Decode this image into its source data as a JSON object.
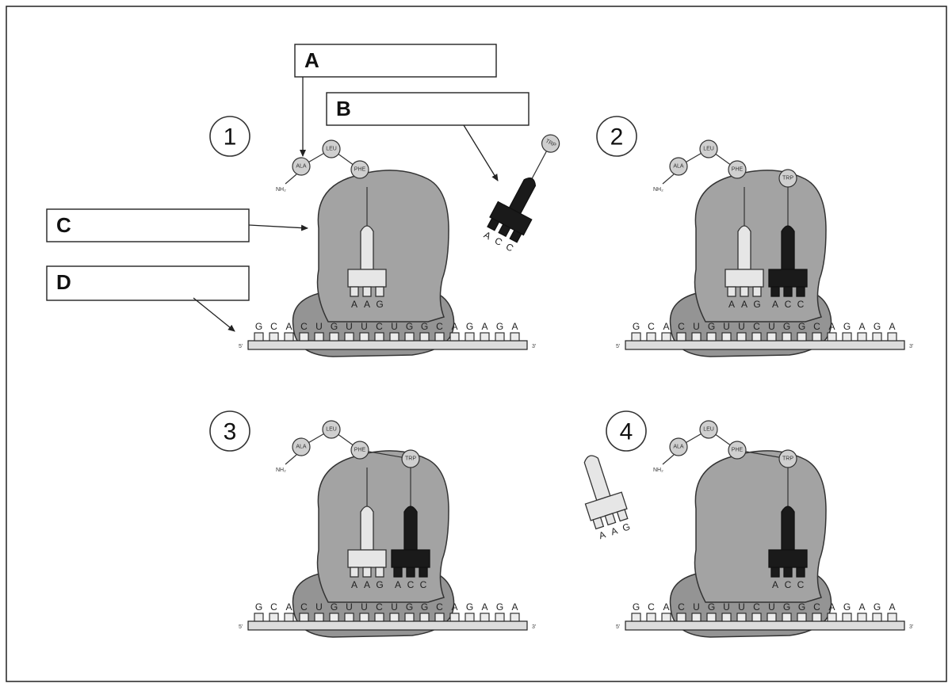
{
  "labels": [
    {
      "letter": "A"
    },
    {
      "letter": "B"
    },
    {
      "letter": "C"
    },
    {
      "letter": "D"
    }
  ],
  "steps": [
    "1",
    "2",
    "3",
    "4"
  ],
  "mrna": {
    "sequence": [
      "G",
      "C",
      "A",
      "C",
      "U",
      "G",
      "U",
      "U",
      "C",
      "U",
      "G",
      "G",
      "C",
      "A",
      "G",
      "A",
      "G",
      "A"
    ],
    "five_prime": "5'",
    "three_prime": "3'"
  },
  "amino_acids": {
    "ala": "ALA",
    "leu": "LEU",
    "phe": "PHE",
    "trp": "TRP",
    "amine": "NH₂"
  },
  "anticodons": {
    "phe_trna": [
      "A",
      "A",
      "G"
    ],
    "trp_trna": [
      "A",
      "C",
      "C"
    ]
  }
}
